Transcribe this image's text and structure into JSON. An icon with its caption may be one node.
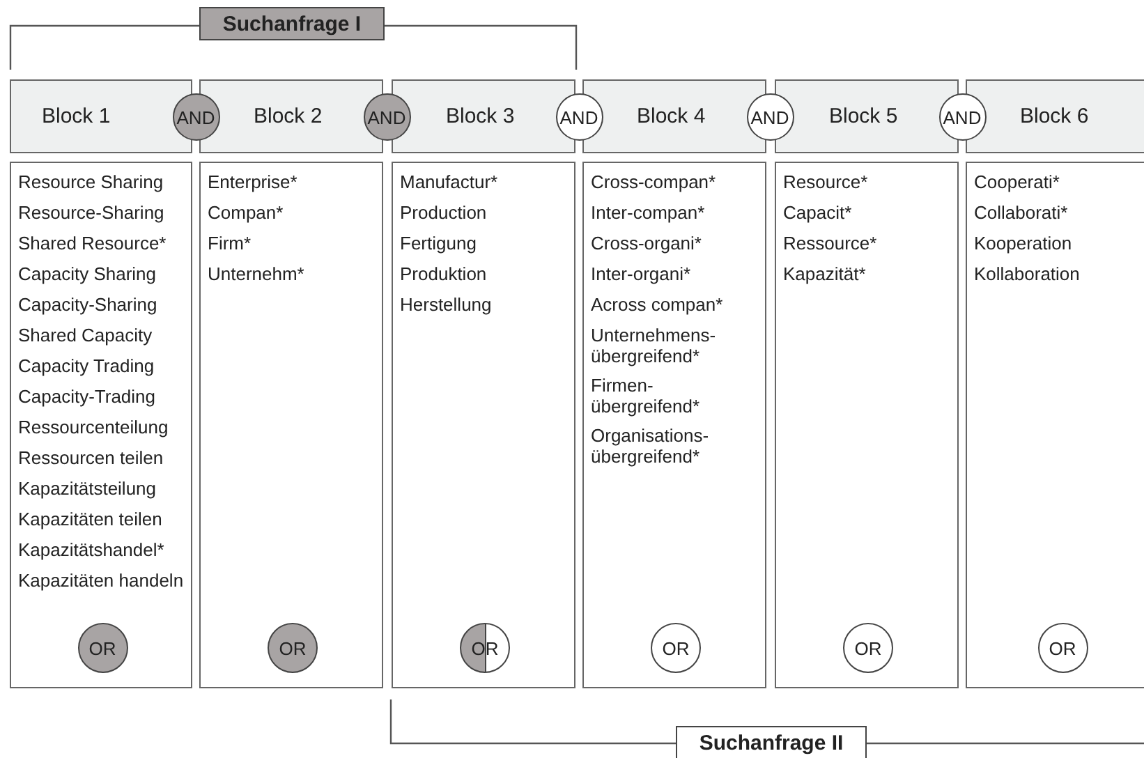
{
  "diagram": {
    "nodes": [
      {
        "text": [
          "Suchanfrage I"
        ]
      },
      {
        "text": [
          "Block 1"
        ]
      },
      {
        "text": [
          "Block 2"
        ]
      },
      {
        "text": [
          "Block 3"
        ]
      },
      {
        "text": [
          "Block 4"
        ]
      },
      {
        "text": [
          "Block 5"
        ]
      },
      {
        "text": [
          "Block 6"
        ]
      },
      {
        "text": [
          "AND"
        ]
      },
      {
        "text": [
          "AND"
        ]
      },
      {
        "text": [
          "AND"
        ]
      },
      {
        "text": [
          "AND"
        ]
      },
      {
        "text": [
          "AND"
        ]
      },
      {
        "text": [
          "Resource Sharing",
          "Resource-Sharing",
          "Shared Resource*",
          "Capacity Sharing",
          "Capacity-Sharing",
          "Shared Capacity",
          "Capacity Trading",
          "Capacity-Trading",
          "Ressourcenteilung",
          "Ressourcen teilen",
          "Kapazitätsteilung",
          "Kapazitäten teilen",
          "Kapazitätshandel*",
          "Kapazitäten handeln"
        ]
      },
      {
        "text": [
          "Enterprise*",
          "Compan*",
          "Firm*",
          "Unternehm*"
        ]
      },
      {
        "text": [
          "Manufactur*",
          "Production",
          "Fertigung",
          "Produktion",
          "Herstellung"
        ]
      },
      {
        "text": [
          "Cross-compan*",
          "Inter-compan*",
          "Cross-organi*",
          "Inter-organi*",
          "Across compan*",
          "Unternehmens- übergreifend*",
          "Firmen- übergreifend*",
          "Organisations- übergreifend*"
        ]
      },
      {
        "text": [
          "Resource*",
          "Capacit*",
          "Ressource*",
          "Kapazität*"
        ]
      },
      {
        "text": [
          "Cooperati*",
          "Collaborati*",
          "Kooperation",
          "Kollaboration"
        ]
      },
      {
        "text": [
          "OR"
        ],
        "in": 12
      },
      {
        "text": [
          "OR"
        ],
        "in": 13
      },
      {
        "text": [
          "OR"
        ],
        "in": 14
      },
      {
        "text": [
          "OR"
        ],
        "in": 15
      },
      {
        "text": [
          "OR"
        ],
        "in": 16
      },
      {
        "text": [
          "OR"
        ],
        "in": 17
      },
      {
        "text": [
          "Suchanfrage II"
        ]
      }
    ],
    "edges": []
  }
}
